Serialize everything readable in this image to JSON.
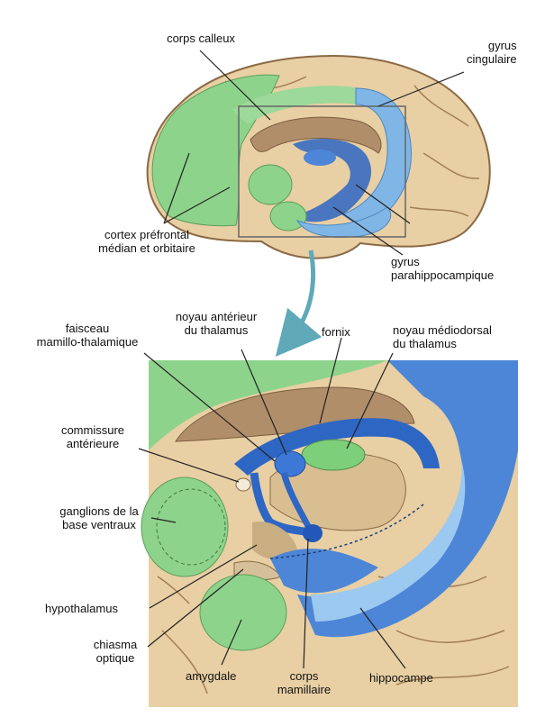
{
  "labels": {
    "corps_calleux": "corps calleux",
    "gyrus_cingulaire_1": "gyrus",
    "gyrus_cingulaire_2": "cingulaire",
    "cortex_pf_1": "cortex préfrontal",
    "cortex_pf_2": "médian et orbitaire",
    "gyrus_parahippo_1": "gyrus",
    "gyrus_parahippo_2": "parahippocampique",
    "faisceau_1": "faisceau",
    "faisceau_2": "mamillo-thalamique",
    "noyau_ant_1": "noyau antérieur",
    "noyau_ant_2": "du thalamus",
    "fornix": "fornix",
    "noyau_md_1": "noyau médiodorsal",
    "noyau_md_2": "du thalamus",
    "commissure_1": "commissure",
    "commissure_2": "antérieure",
    "ganglions_1": "ganglions de la",
    "ganglions_2": "base ventraux",
    "hypothalamus": "hypothalamus",
    "chiasma_1": "chiasma",
    "chiasma_2": "optique",
    "amygdale": "amygdale",
    "corps_mam_1": "corps",
    "corps_mam_2": "mamillaire",
    "hippocampe": "hippocampe"
  },
  "colors": {
    "brain_tan": "#E8CFA4",
    "brain_outline": "#8A6A45",
    "limbic_green": "#8ED38B",
    "limbic_blue": "#7FB6E6",
    "deep_blue": "#2E66C4",
    "callosum": "#B08E6A",
    "arrow": "#5FA9B8"
  }
}
